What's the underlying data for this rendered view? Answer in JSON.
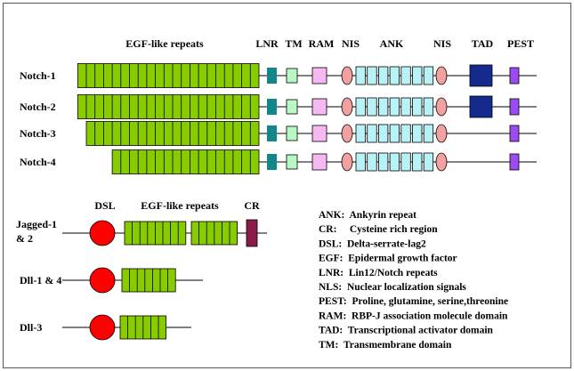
{
  "colors": {
    "egf": "#88cc00",
    "lnr": "#13868a",
    "tm": "#b9f7c4",
    "ram": "#f6b8f0",
    "nis": "#f2a0a0",
    "ank": "#b9f2f6",
    "tad": "#142a8c",
    "pest": "#9d4bf0",
    "dsl": "#ff0000",
    "cr": "#8a1a4a",
    "border": "#000000"
  },
  "notch_headers": {
    "egf": "EGF-like repeats",
    "lnr": "LNR",
    "tm": "TM",
    "ram": "RAM",
    "nis1": "NIS",
    "ank": "ANK",
    "nis2": "NIS",
    "tad": "TAD",
    "pest": "PEST"
  },
  "notch_rows": [
    {
      "label": "Notch-1",
      "egf_count": 21,
      "has_tad": true
    },
    {
      "label": "Notch-2",
      "egf_count": 21,
      "has_tad": true
    },
    {
      "label": "Notch-3",
      "egf_count": 20,
      "has_tad": false
    },
    {
      "label": "Notch-4",
      "egf_count": 17,
      "has_tad": false
    }
  ],
  "ligand_headers": {
    "dsl": "DSL",
    "egf": "EGF-like repeats",
    "cr": "CR"
  },
  "ligand_rows": [
    {
      "label_line1": "Jagged-1",
      "label_line2": "& 2",
      "egf_blocks": [
        8,
        6
      ],
      "has_cr": true
    },
    {
      "label_line1": "Dll-1 & 4",
      "label_line2": "",
      "egf_blocks": [
        7
      ],
      "has_cr": false
    },
    {
      "label_line1": "Dll-3",
      "label_line2": "",
      "egf_blocks": [
        6
      ],
      "has_cr": false
    }
  ],
  "legend": [
    "ANK:  Ankyrin repeat",
    "CR:     Cysteine rich region",
    "DSL:  Delta-serrate-lag2",
    "EGF:  Epidermal growth factor",
    "LNR:  Lin12/Notch repeats",
    "NLS:  Nuclear localization signals",
    "PEST:  Proline, glutamine, serine,threonine",
    "RAM:  RBP-J association molecule domain",
    "TAD:  Transcriptional activator domain",
    "TM:  Transmembrane domain"
  ]
}
